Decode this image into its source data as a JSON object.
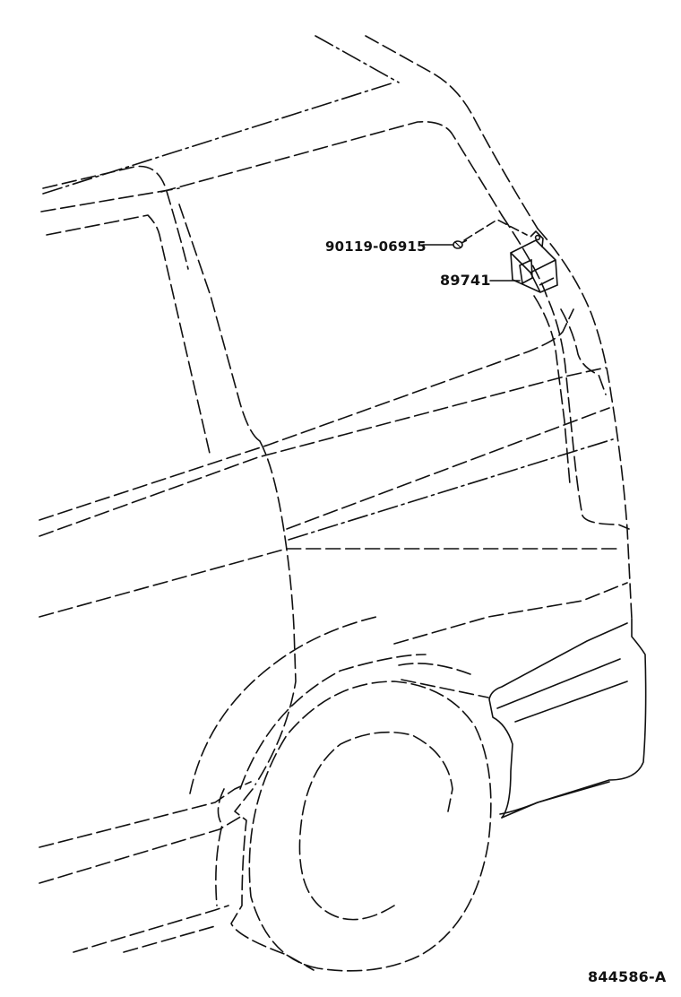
{
  "callouts": {
    "bolt_part_number": "90119-06915",
    "module_part_number": "89741"
  },
  "diagram_reference": "844586-A"
}
